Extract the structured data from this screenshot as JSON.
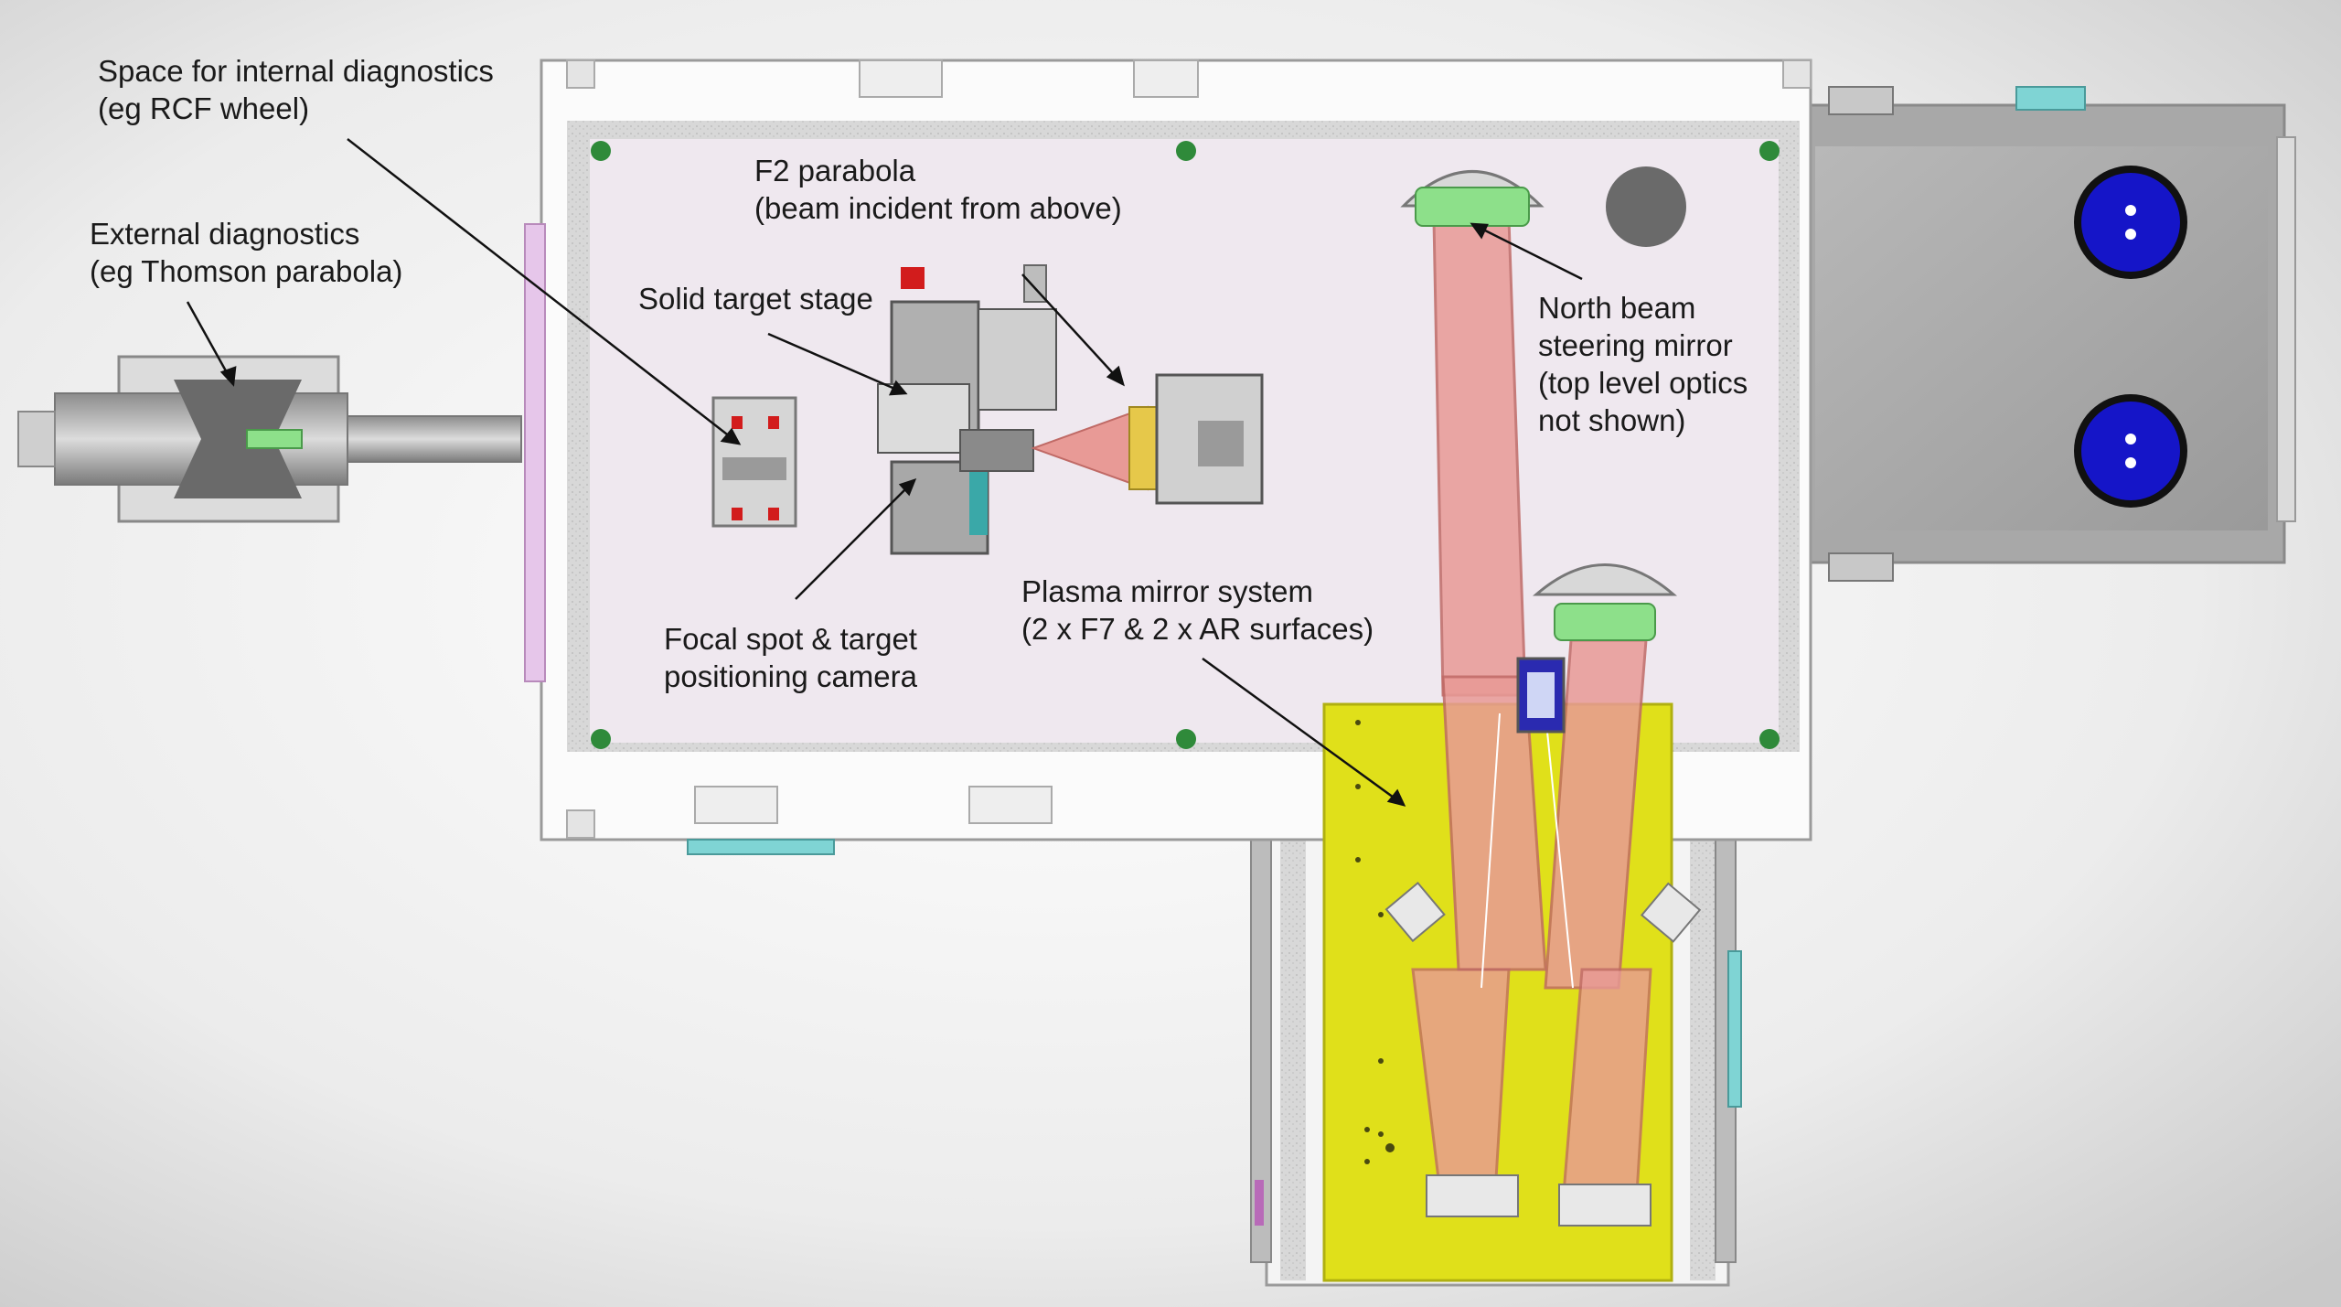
{
  "labels": {
    "internal_diagnostics": {
      "line1": "Space for internal diagnostics",
      "line2": "(eg RCF wheel)"
    },
    "external_diagnostics": {
      "line1": "External diagnostics",
      "line2": "(eg Thomson parabola)"
    },
    "f2_parabola": {
      "line1": "F2 parabola",
      "line2": "(beam incident  from above)"
    },
    "solid_target_stage": {
      "line1": "Solid  target stage"
    },
    "north_beam_mirror": {
      "line1": "North beam",
      "line2": "steering mirror",
      "line3": "(top level optics",
      "line4": "not shown)"
    },
    "focal_spot_camera": {
      "line1": "Focal spot & target",
      "line2": "positioning  camera"
    },
    "plasma_mirror": {
      "line1": "Plasma mirror system",
      "line2": "(2 x F7 & 2 x AR surfaces)"
    }
  },
  "colors": {
    "chamber_floor": "#efe8ef",
    "wall": "#f8f8f8",
    "breadboard": "#e0e01a",
    "beam": "#e89a96",
    "port_blue": "#1515c8",
    "target_red": "#d21c1c",
    "mirror_green": "#8de08a"
  }
}
